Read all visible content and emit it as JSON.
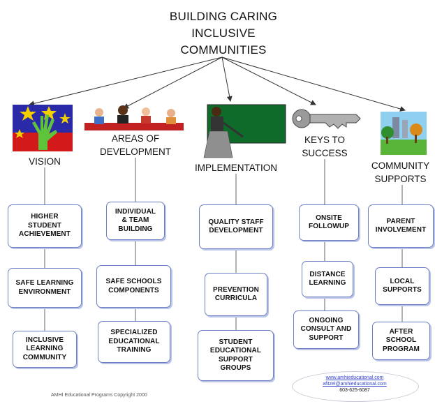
{
  "title": {
    "line1": "BUILDING CARING",
    "line2": "INCLUSIVE",
    "line3": "COMMUNITIES"
  },
  "columns": [
    {
      "heading": [
        "VISION"
      ],
      "icon": "stars-hand-icon",
      "items": [
        [
          "HIGHER",
          "STUDENT",
          "ACHIEVEMENT"
        ],
        [
          "SAFE LEARNING",
          "ENVIRONMENT"
        ],
        [
          "INCLUSIVE",
          "LEARNING",
          "COMMUNITY"
        ]
      ]
    },
    {
      "heading": [
        "AREAS OF",
        "DEVELOPMENT"
      ],
      "icon": "meeting-people-icon",
      "items": [
        [
          "INDIVIDUAL",
          "& TEAM",
          "BUILDING"
        ],
        [
          "SAFE SCHOOLS",
          "COMPONENTS"
        ],
        [
          "SPECIALIZED",
          "EDUCATIONAL",
          "TRAINING"
        ]
      ]
    },
    {
      "heading": [
        "IMPLEMENTATION"
      ],
      "icon": "teacher-chalkboard-icon",
      "items": [
        [
          "QUALITY STAFF",
          "DEVELOPMENT"
        ],
        [
          "PREVENTION",
          "CURRICULA"
        ],
        [
          "STUDENT",
          "EDUCATIONAL",
          "SUPPORT",
          "GROUPS"
        ]
      ]
    },
    {
      "heading": [
        "KEYS TO",
        "SUCCESS"
      ],
      "icon": "key-icon",
      "items": [
        [
          "ONSITE",
          "FOLLOWUP"
        ],
        [
          "DISTANCE",
          "LEARNING"
        ],
        [
          "ONGOING",
          "CONSULT AND",
          "SUPPORT"
        ]
      ]
    },
    {
      "heading": [
        "COMMUNITY",
        "SUPPORTS"
      ],
      "icon": "city-park-icon",
      "items": [
        [
          "PARENT",
          "INVOLVEMENT"
        ],
        [
          "LOCAL",
          "SUPPORTS"
        ],
        [
          "AFTER",
          "SCHOOL",
          "PROGRAM"
        ]
      ]
    }
  ],
  "footer": {
    "copyright": "AMHI Educational Programs Copyright 2000",
    "website": "www.amhieducational.com",
    "email": "afitzel@amhieducational.com",
    "phone": "603-625-6087"
  },
  "colors": {
    "box_border": "#6c7fc4",
    "box_shadow": "#b9c3e6",
    "arrow": "#333333",
    "link": "#3344cc"
  }
}
